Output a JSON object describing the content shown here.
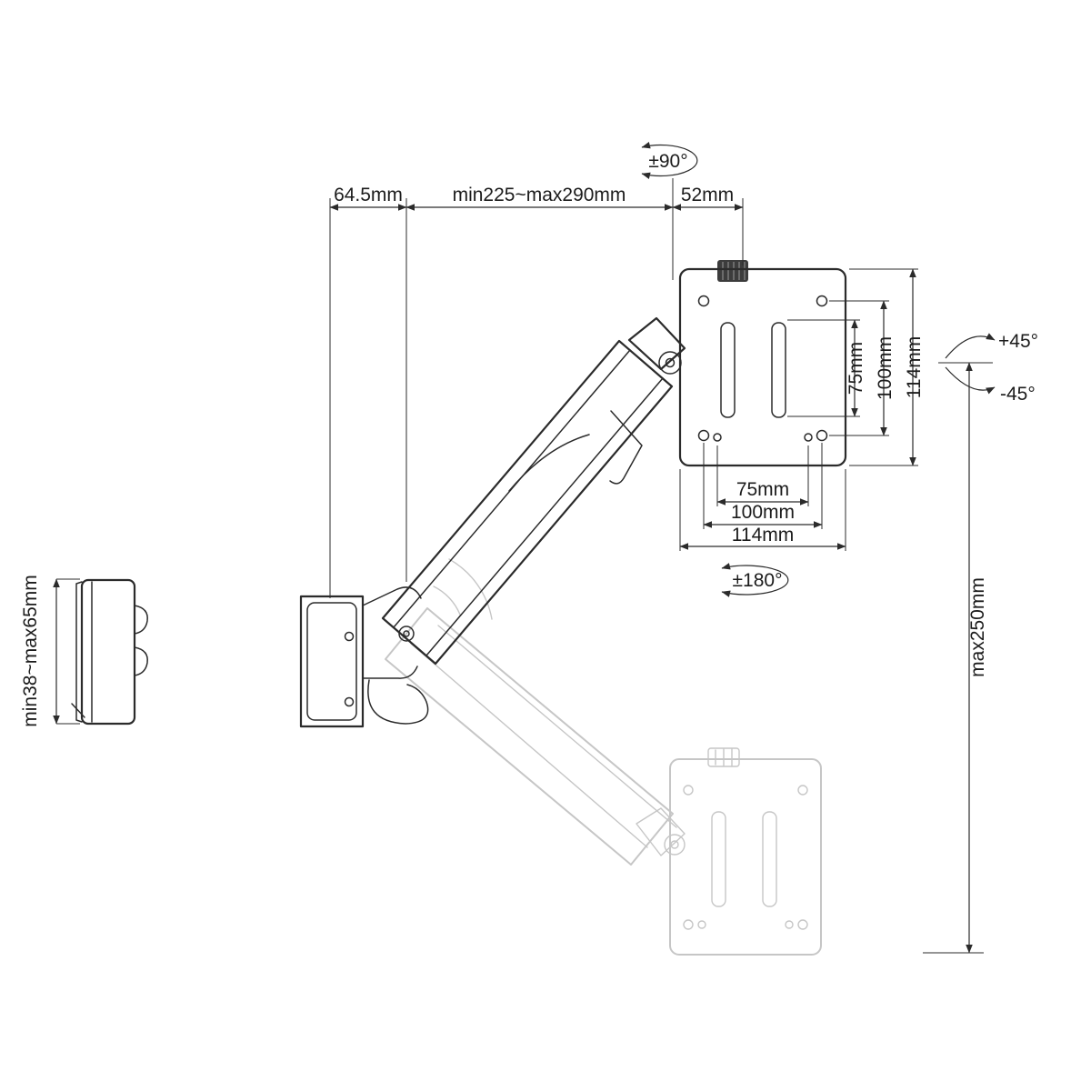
{
  "diagram": {
    "colors": {
      "line": "#2b2b2b",
      "ghost": "#c6c6c6",
      "text": "#1c1c1c",
      "knob_fill": "#3c3c3c"
    },
    "labels": {
      "tilt_plate": "±90°",
      "wall_offset": "64.5mm",
      "arm_reach": "min225~max290mm",
      "head_depth": "52mm",
      "vesa_v_75": "75mm",
      "vesa_v_100": "100mm",
      "vesa_v_114": "114mm",
      "tilt_up": "+45°",
      "tilt_down": "-45°",
      "vesa_h_75": "75mm",
      "vesa_h_100": "100mm",
      "vesa_h_114": "114mm",
      "swivel": "±180°",
      "height_range": "max250mm",
      "wall_plate_depth": "min38~max65mm"
    }
  }
}
